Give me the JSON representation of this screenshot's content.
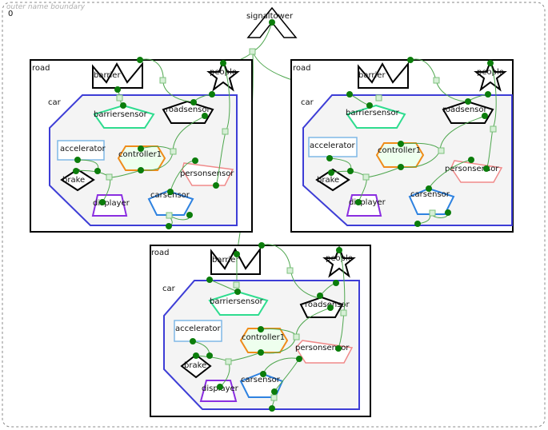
{
  "outer": {
    "boundary_hint": "outer name boundary",
    "label": "0"
  },
  "signaltower": "signaltower",
  "road_label": "road",
  "car_label": "car",
  "labels": {
    "barrier": "barrier",
    "people": "people",
    "barriersensor": "barriersensor",
    "roadsensor": "roadsensor",
    "accelerator": "accelerator",
    "controller1": "controller1",
    "personsensor": "personsensor",
    "brake": "brake",
    "displayer": "displayer",
    "carsensor": "carsensor"
  },
  "colors": {
    "frame": "#000000",
    "car_border": "#3d3dd6",
    "car_fill": "#f4f4f4",
    "link": "#4ea64e",
    "node": "#0b7d0b",
    "barriersensor": "#2fdc8f",
    "accelerator": "#7fb8e6",
    "controller": "#ef8c1a",
    "controller_fill": "#eeffee",
    "personsensor": "#f08a8a",
    "displayer": "#8a2ee0",
    "carsensor": "#2e82e0"
  }
}
